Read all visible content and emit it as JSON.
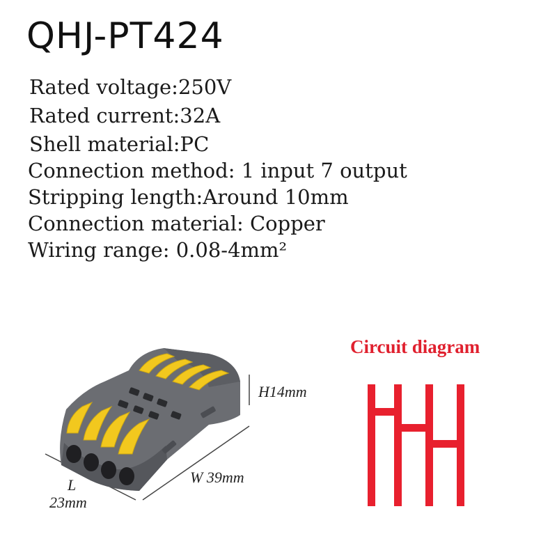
{
  "title": "QHJ-PT424",
  "specs": [
    "Rated voltage:250V",
    "Rated current:32A",
    "Shell material:PC",
    "Connection method: 1 input 7 output",
    "Stripping length:Around 10mm",
    "Connection material: Copper",
    "Wiring range: 0.08-4mm²"
  ],
  "circuit": {
    "title": "Circuit diagram",
    "color": "#e8202e"
  },
  "dimensions": {
    "height": "H14mm",
    "width": "W 39mm",
    "length_label": "L",
    "length_value": "23mm"
  },
  "colors": {
    "housing": "#6b6d72",
    "levers": "#f2c81e",
    "text": "#1a1a1a"
  }
}
